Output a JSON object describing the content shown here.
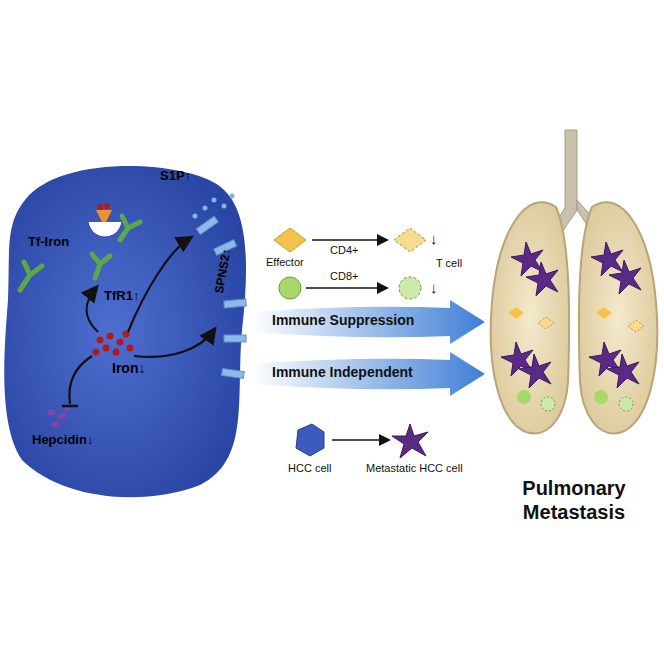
{
  "diagram": {
    "nodes": [
      {
        "text": [
          "Tf-Iron",
          "TfR1↑",
          "Iron↓",
          "Hepcidin↓",
          "S1P↑",
          "SPNS2↑"
        ]
      },
      {
        "text": [
          "Immune Suppression"
        ]
      },
      {
        "text": [
          "Immune Independent"
        ]
      },
      {
        "text": [
          "Pulmonary Metastasis"
        ]
      }
    ],
    "labels": [
      "Effector",
      "CD4+",
      "CD8+",
      "T cell",
      "↓",
      "↓",
      "HCC cell",
      "Metastatic HCC cell"
    ]
  }
}
